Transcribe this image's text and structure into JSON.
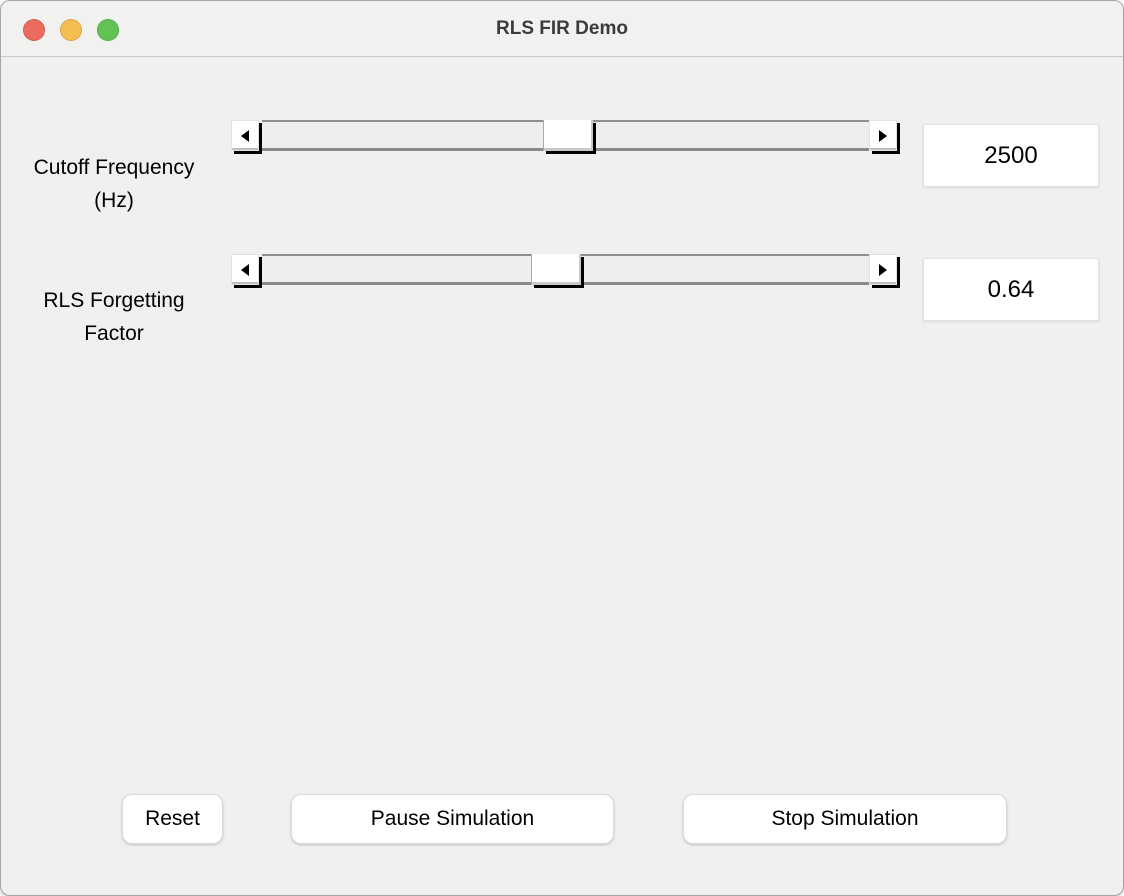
{
  "window": {
    "title": "RLS FIR Demo",
    "titlebar": {
      "close_color": "#EC6A5E",
      "minimize_color": "#F4BE50",
      "zoom_color": "#61C354"
    },
    "body_bg": "#F0F0EF"
  },
  "controls": [
    {
      "id": "cutoff-frequency",
      "label_line1": "Cutoff Frequency",
      "label_line2": "(Hz)",
      "value": "2500",
      "slider": {
        "thumb_percent": 50.5
      }
    },
    {
      "id": "rls-forgetting-factor",
      "label_line1": "RLS Forgetting",
      "label_line2": "Factor",
      "value": "0.64",
      "slider": {
        "thumb_percent": 48.3
      }
    }
  ],
  "buttons": [
    {
      "label": "Reset"
    },
    {
      "label": "Pause Simulation"
    },
    {
      "label": "Stop Simulation"
    }
  ]
}
